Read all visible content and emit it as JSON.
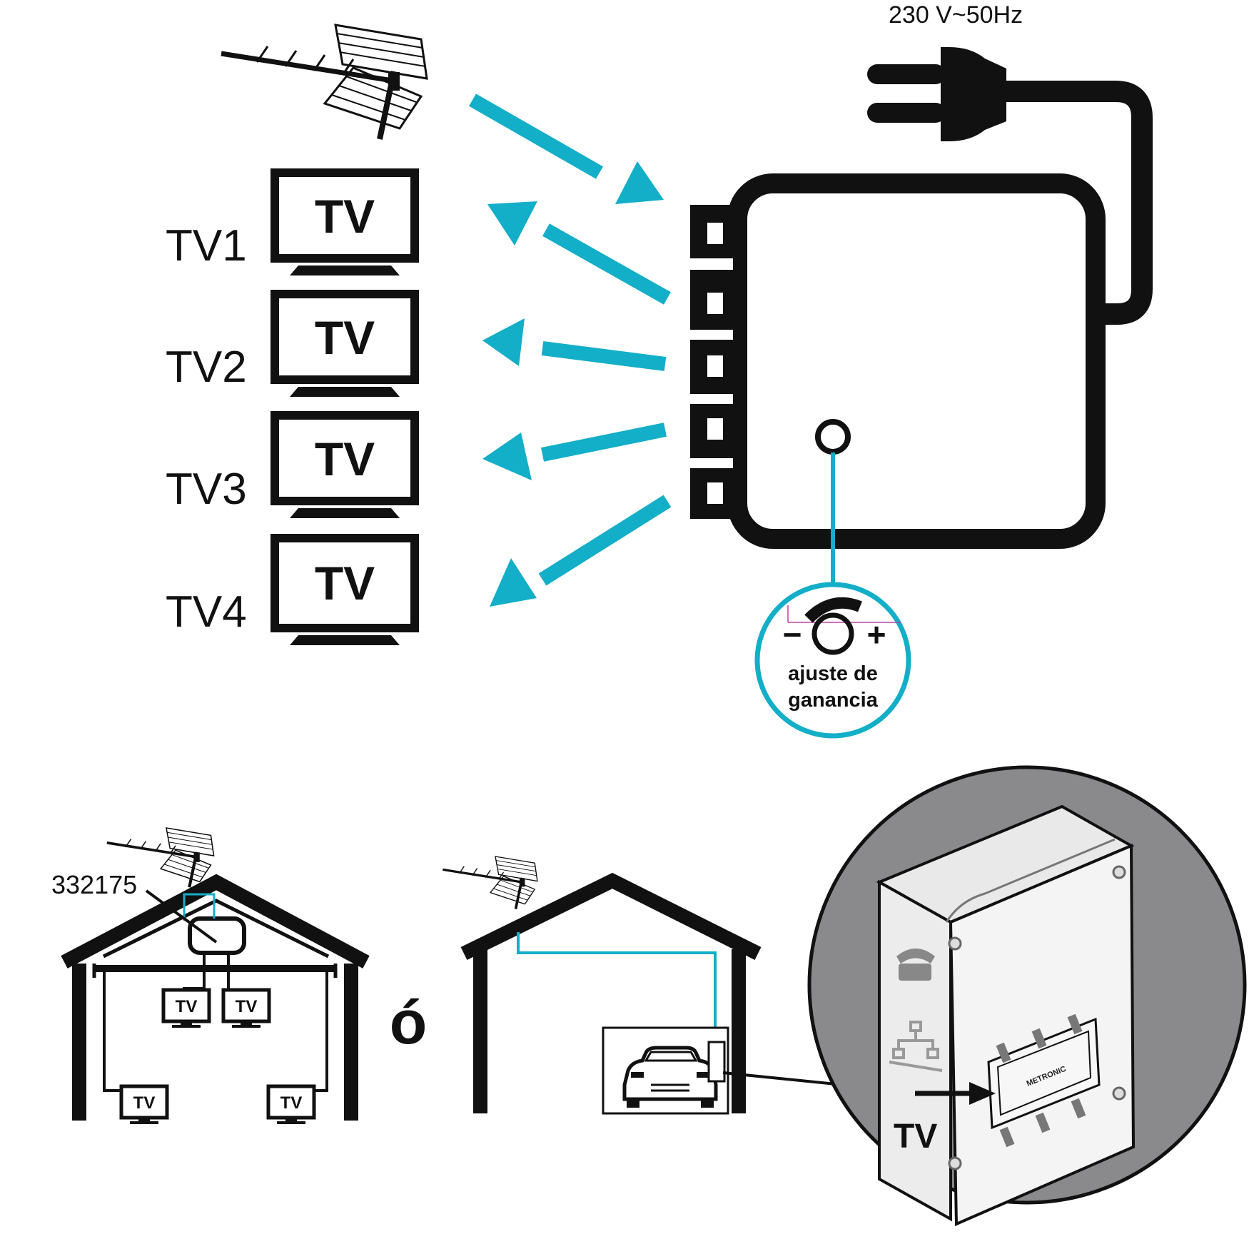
{
  "power": {
    "label": "230 V~50Hz"
  },
  "tv_sets": [
    {
      "name": "TV1",
      "screen": "TV"
    },
    {
      "name": "TV2",
      "screen": "TV"
    },
    {
      "name": "TV3",
      "screen": "TV"
    },
    {
      "name": "TV4",
      "screen": "TV"
    }
  ],
  "gain": {
    "minus": "−",
    "plus": "+",
    "line1": "ajuste de",
    "line2": "ganancia"
  },
  "house_a": {
    "ref": "332175",
    "tvs": [
      "TV",
      "TV",
      "TV",
      "TV"
    ]
  },
  "separator": "ó",
  "device": {
    "brand": "METRONIC",
    "tv_label": "TV"
  },
  "colors": {
    "accent": "#13aec8",
    "ink": "#111111",
    "zoom_bg": "#8a8a8c",
    "device_face": "#f1f1f1"
  }
}
